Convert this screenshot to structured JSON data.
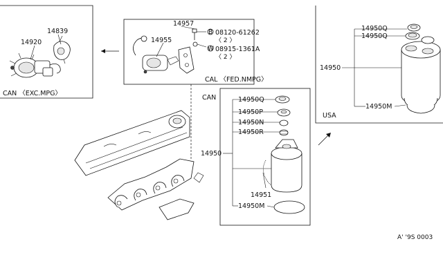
{
  "diagram": {
    "box_can_exc": {
      "caption": "CAN 〈EXC.MPG〉",
      "labels": [
        "14839",
        "14920"
      ]
    },
    "box_cal": {
      "caption": "CAL 〈FED.NMPG〉",
      "part_labels": [
        "14957",
        "14955"
      ],
      "fasteners": [
        {
          "symbol": "B",
          "part": "08120-61262",
          "qty": "〈 2 〉"
        },
        {
          "symbol": "W",
          "part": "08915-1361A",
          "qty": "〈 2 〉"
        }
      ]
    },
    "box_usa": {
      "caption": "USA",
      "group_label": "14950",
      "labels": [
        "14950Q",
        "14950Q",
        "14950M"
      ]
    },
    "box_can": {
      "caption": "CAN",
      "group_label": "14950",
      "labels": [
        "14950Q",
        "14950P",
        "14950N",
        "14950R",
        "14951",
        "14950M"
      ]
    },
    "diagram_code": "A' '9S 0003"
  }
}
